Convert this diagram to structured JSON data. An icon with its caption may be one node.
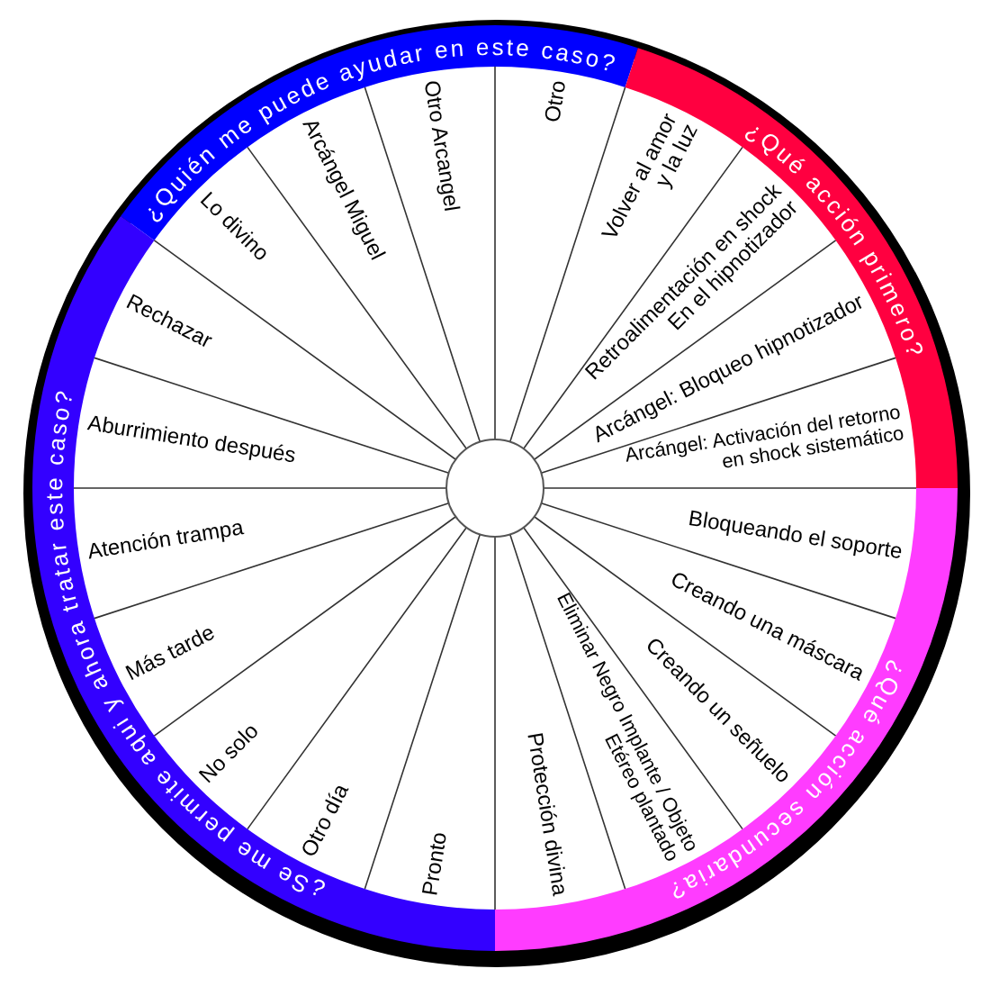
{
  "diagram": {
    "nodes": [
      {
        "text": [
          "¿Quién me puede ayudar en este caso?"
        ]
      },
      {
        "text": [
          "Lo divino"
        ]
      },
      {
        "text": [
          "Arcángel Miguel"
        ]
      },
      {
        "text": [
          "Otro Arcangel"
        ]
      },
      {
        "text": [
          "Otro"
        ]
      },
      {
        "text": [
          "¿Qué acción primero?"
        ]
      },
      {
        "text": [
          "Volver al amor y la luz"
        ]
      },
      {
        "text": [
          "Retroalimentación en shock En el hipnotizador"
        ]
      },
      {
        "text": [
          "Arcángel: Bloqueo hipnotizador"
        ]
      },
      {
        "text": [
          "Arcángel: Activación del retorno en shock sistemático"
        ]
      },
      {
        "text": [
          "¿Qué acción secundaria?"
        ]
      },
      {
        "text": [
          "Bloqueando el soporte"
        ]
      },
      {
        "text": [
          "Creando una máscara"
        ]
      },
      {
        "text": [
          "Creando un señuelo"
        ]
      },
      {
        "text": [
          "Eliminar Negro Implante / Objeto Etéreo plantado"
        ]
      },
      {
        "text": [
          "Protección divina"
        ]
      },
      {
        "text": [
          "¿Se me permite aqui y ahora tratar este caso?"
        ]
      },
      {
        "text": [
          "Pronto"
        ]
      },
      {
        "text": [
          "Otro día"
        ]
      },
      {
        "text": [
          "No solo"
        ]
      },
      {
        "text": [
          "Más tarde"
        ]
      },
      {
        "text": [
          "Atención trampa"
        ]
      },
      {
        "text": [
          "Aburrimiento después"
        ]
      },
      {
        "text": [
          "Rechazar"
        ]
      }
    ]
  }
}
